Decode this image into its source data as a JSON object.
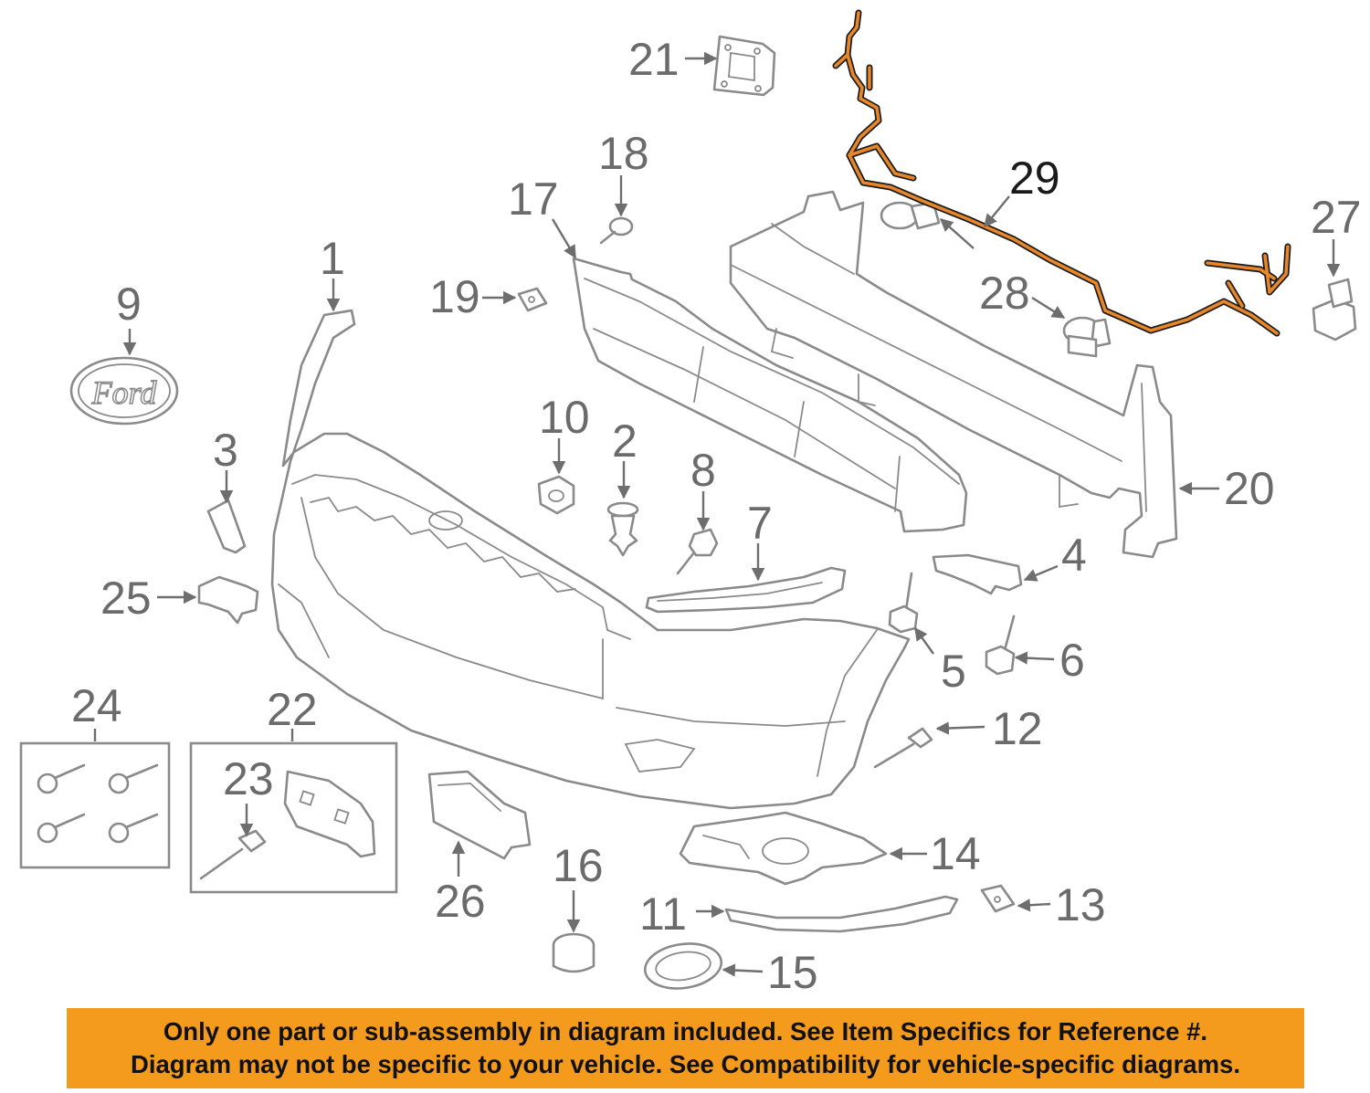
{
  "callouts": {
    "c1": "1",
    "c2": "2",
    "c3": "3",
    "c4": "4",
    "c5": "5",
    "c6": "6",
    "c7": "7",
    "c8": "8",
    "c9": "9",
    "c10": "10",
    "c11": "11",
    "c12": "12",
    "c13": "13",
    "c14": "14",
    "c15": "15",
    "c16": "16",
    "c17": "17",
    "c18": "18",
    "c19": "19",
    "c20": "20",
    "c21": "21",
    "c22": "22",
    "c23": "23",
    "c24": "24",
    "c25": "25",
    "c26": "26",
    "c27": "27",
    "c28": "28",
    "c29": "29"
  },
  "emblem": {
    "text": "Ford"
  },
  "highlight_color": "#e8862a",
  "banner_color": "#f49b1e",
  "disclaimer": {
    "line1": "Only one part or sub-assembly in diagram included. See Item Specifics for Reference #.",
    "line2": "Diagram may not be specific to your vehicle. See Compatibility for vehicle-specific diagrams."
  }
}
